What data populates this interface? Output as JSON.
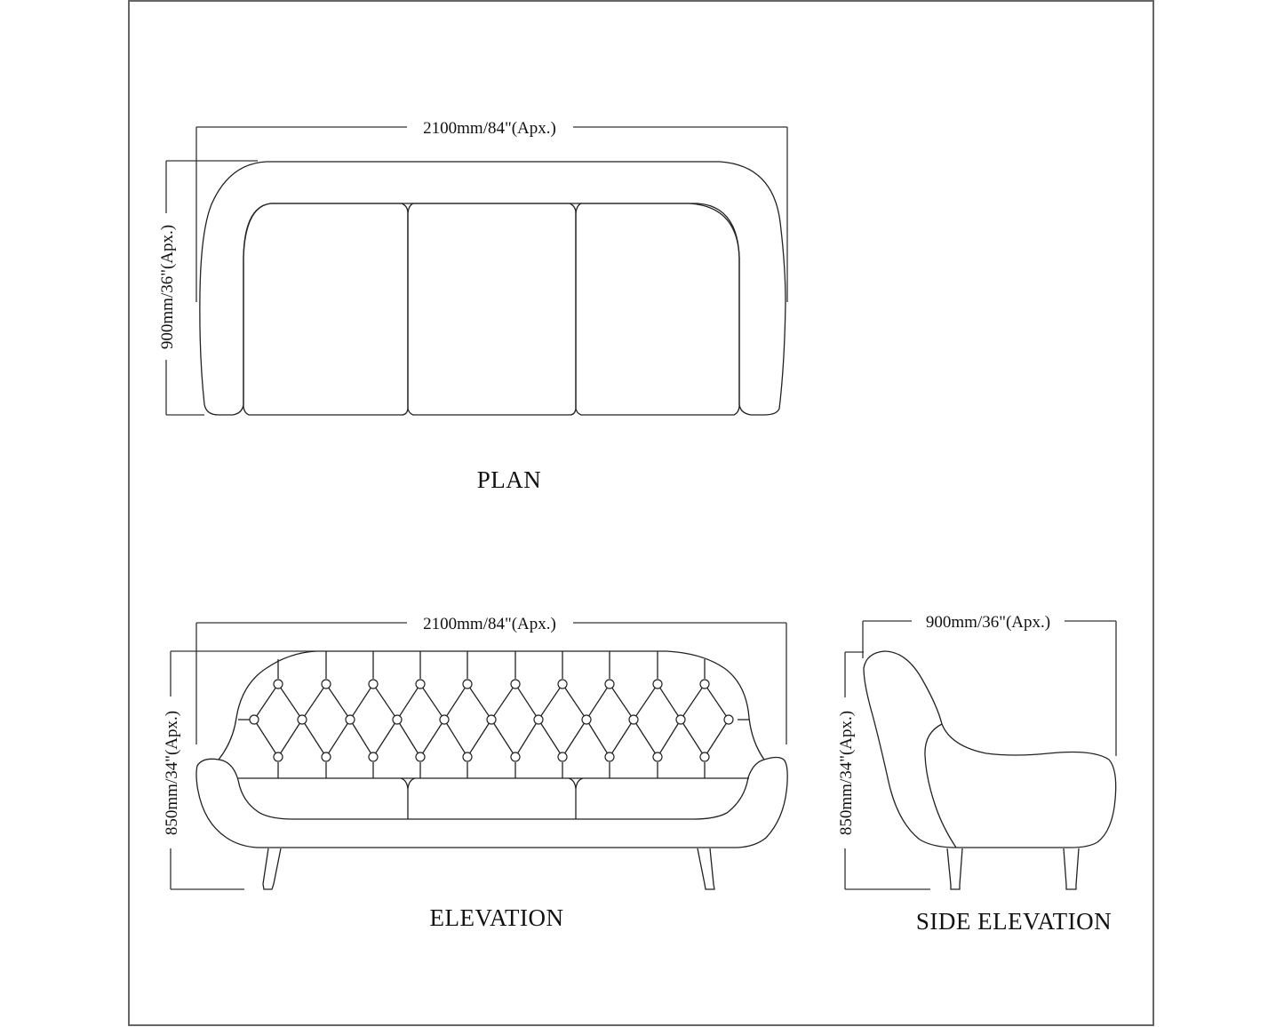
{
  "drawing": {
    "views": {
      "plan": {
        "title": "PLAN",
        "width_dim": "2100mm/84\"(Apx.)",
        "depth_dim": "900mm/36\"(Apx.)",
        "seat_cushions": 3
      },
      "elevation": {
        "title": "ELEVATION",
        "width_dim": "2100mm/84\"(Apx.)",
        "height_dim": "850mm/34\"(Apx.)",
        "seat_cushions": 3,
        "tufting_columns": 10,
        "tufting_rows": 3
      },
      "side_elevation": {
        "title": "SIDE ELEVATION",
        "depth_dim": "900mm/36\"(Apx.)",
        "height_dim": "850mm/34\"(Apx.)"
      }
    },
    "colors": {
      "background": "#ffffff",
      "line": "#222222",
      "frame": "#666666"
    }
  }
}
